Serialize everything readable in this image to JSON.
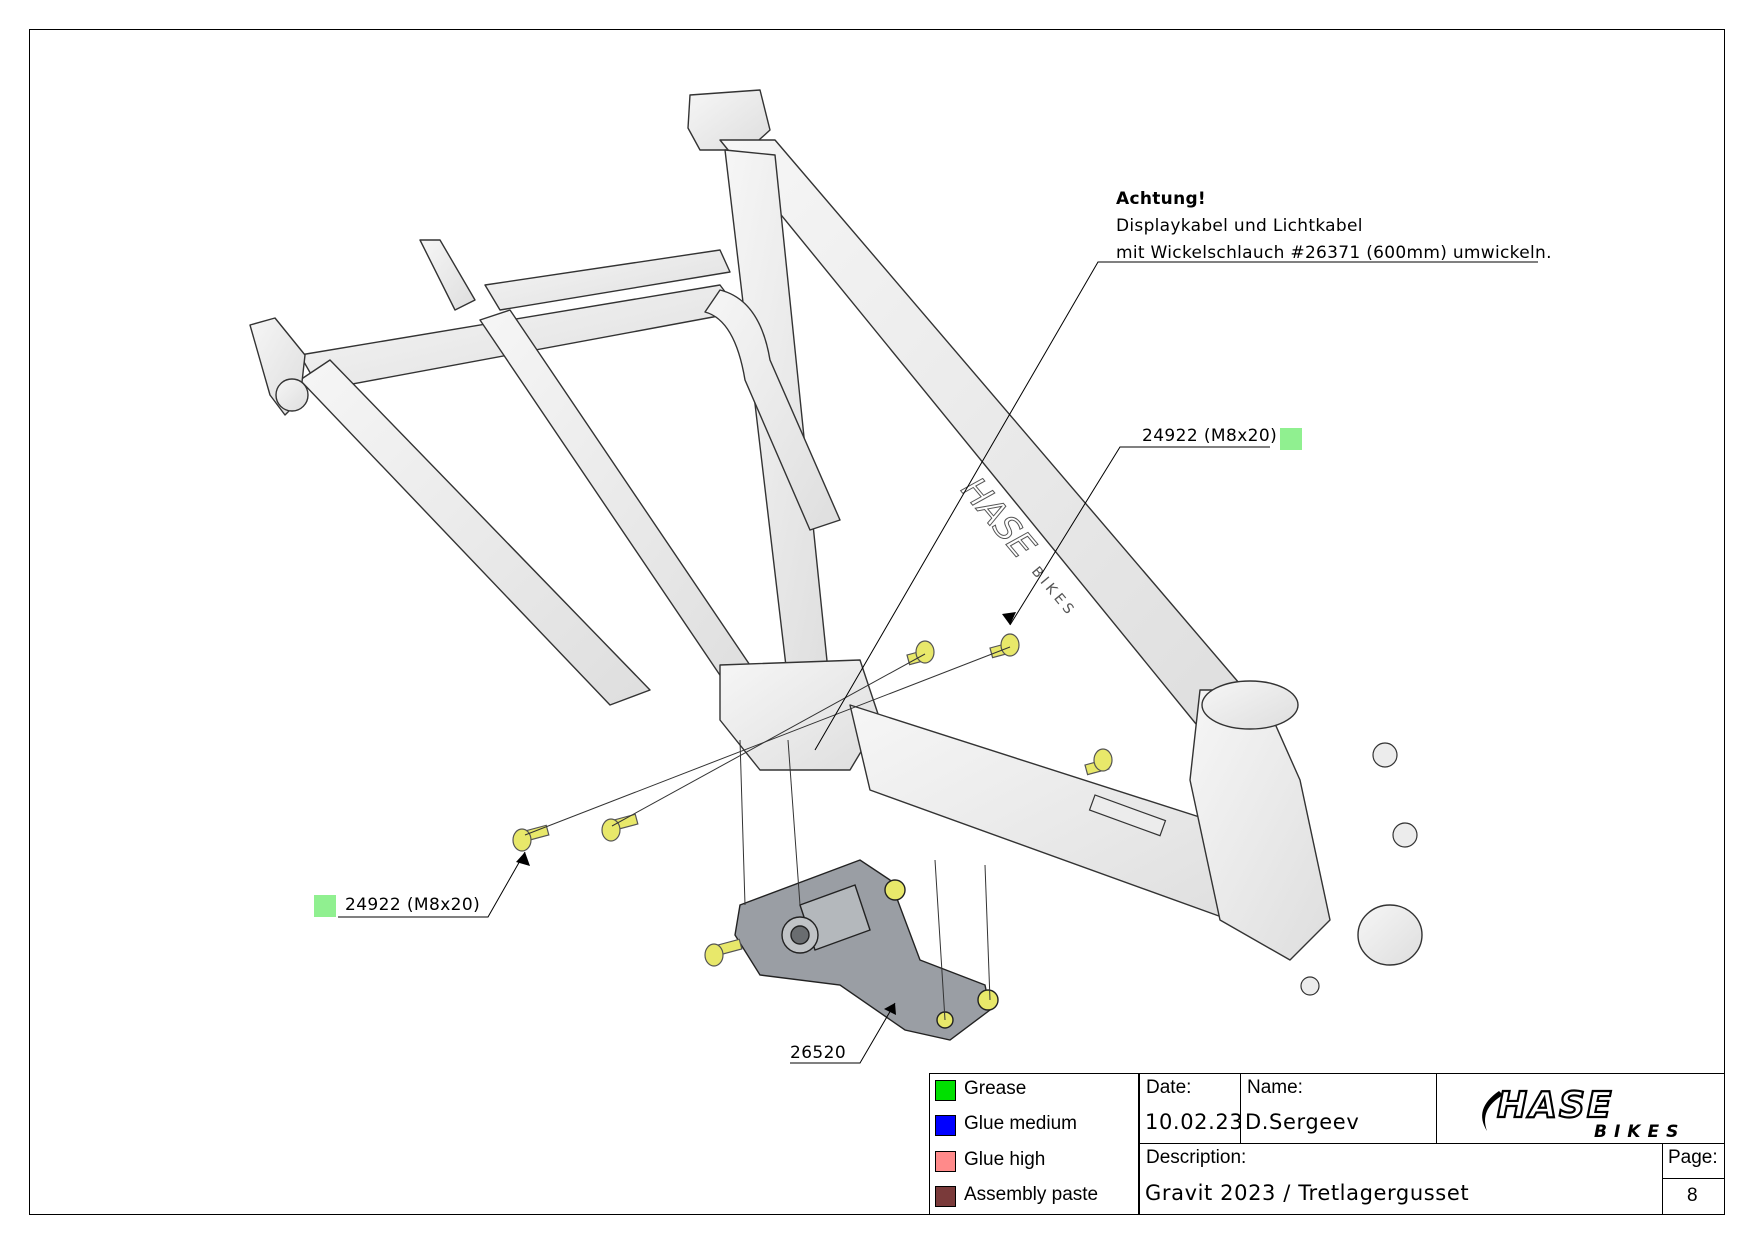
{
  "note": {
    "heading": "Achtung!",
    "line1": "Displaykabel und Lichtkabel",
    "line2": "mit Wickelschlauch #26371 (600mm) umwickeln."
  },
  "callouts": {
    "upper_right": "24922 (M8x20)",
    "lower_left": "24922 (M8x20)",
    "gusset": "26520"
  },
  "colors": {
    "callout_swatch": "#90f090",
    "frame_fill": "#ededed",
    "bolt_fill": "#e8e86a",
    "gusset_fill": "#9a9ea4"
  },
  "frame_logo": {
    "brand": "HASE",
    "sub": "BIKES"
  },
  "legend": [
    {
      "label": "Grease",
      "color": "#00e000"
    },
    {
      "label": "Glue medium",
      "color": "#0000ff"
    },
    {
      "label": "Glue high",
      "color": "#ff8a8a"
    },
    {
      "label": "Assembly paste",
      "color": "#7a3a3a"
    }
  ],
  "title_block": {
    "date_label": "Date:",
    "date_value": "10.02.23",
    "name_label": "Name:",
    "name_value": "D.Sergeev",
    "description_label": "Description:",
    "description_value": "Gravit 2023 / Tretlagergusset",
    "page_label": "Page:",
    "page_value": "8",
    "logo_main": "HASE",
    "logo_sub": "BIKES"
  }
}
